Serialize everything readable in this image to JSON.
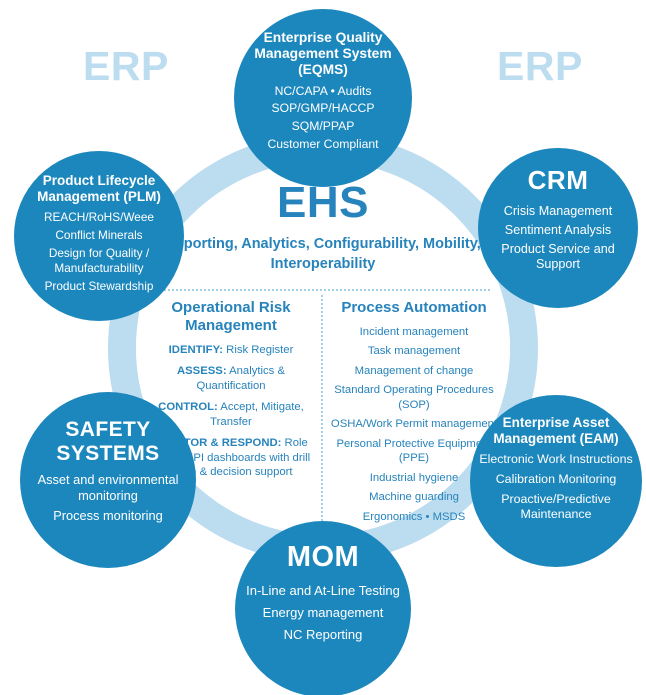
{
  "erp": {
    "left_label": "ERP",
    "right_label": "ERP"
  },
  "colors": {
    "primary_blue": "#1c87bd",
    "light_blue": "#bcdcf0",
    "text_blue": "#2683bb",
    "white": "#ffffff"
  },
  "center": {
    "title": "EHS",
    "subtitle": "Reporting, Analytics, Configurability, Mobility, Interoperability",
    "columns": [
      {
        "title": "Operational Risk Management",
        "items": [
          {
            "lead": "IDENTIFY:",
            "rest": " Risk Register"
          },
          {
            "lead": "ASSESS:",
            "rest": " Analytics & Quantification"
          },
          {
            "lead": "CONTROL:",
            "rest": " Accept, Mitigate, Transfer"
          },
          {
            "lead": "MONITOR & RESPOND:",
            "rest": " Role based KPI dashboards with drill down & decision support"
          }
        ]
      },
      {
        "title": "Process Automation",
        "items": [
          {
            "lead": "",
            "rest": "Incident management"
          },
          {
            "lead": "",
            "rest": "Task management"
          },
          {
            "lead": "",
            "rest": "Management of change"
          },
          {
            "lead": "",
            "rest": "Standard Operating Procedures (SOP)"
          },
          {
            "lead": "",
            "rest": "OSHA/Work Permit management"
          },
          {
            "lead": "",
            "rest": "Personal Protective Equipment (PPE)"
          },
          {
            "lead": "",
            "rest": "Industrial hygiene"
          },
          {
            "lead": "",
            "rest": "Machine guarding"
          },
          {
            "lead": "",
            "rest": "Ergonomics • MSDS"
          }
        ]
      }
    ]
  },
  "nodes": {
    "eqms": {
      "title": "Enterprise Quality Management System (EQMS)",
      "items": [
        "NC/CAPA • Audits",
        "SOP/GMP/HACCP",
        "SQM/PPAP",
        "Customer Compliant"
      ]
    },
    "plm": {
      "title": "Product Lifecycle Management (PLM)",
      "items": [
        "REACH/RoHS/Weee",
        "Conflict Minerals",
        "Design for Quality / Manufacturability",
        "Product Stewardship"
      ]
    },
    "crm": {
      "title": "CRM",
      "items": [
        "Crisis Management",
        "Sentiment Analysis",
        "Product Service and Support"
      ]
    },
    "safety": {
      "title": "SAFETY SYSTEMS",
      "items": [
        "Asset and environmental monitoring",
        "Process monitoring"
      ]
    },
    "eam": {
      "title": "Enterprise Asset Management (EAM)",
      "items": [
        "Electronic Work Instructions",
        "Calibration Monitoring",
        "Proactive/Predictive Maintenance"
      ]
    },
    "mom": {
      "title": "MOM",
      "items": [
        "In-Line and At-Line Testing",
        "Energy management",
        "NC Reporting"
      ]
    }
  }
}
